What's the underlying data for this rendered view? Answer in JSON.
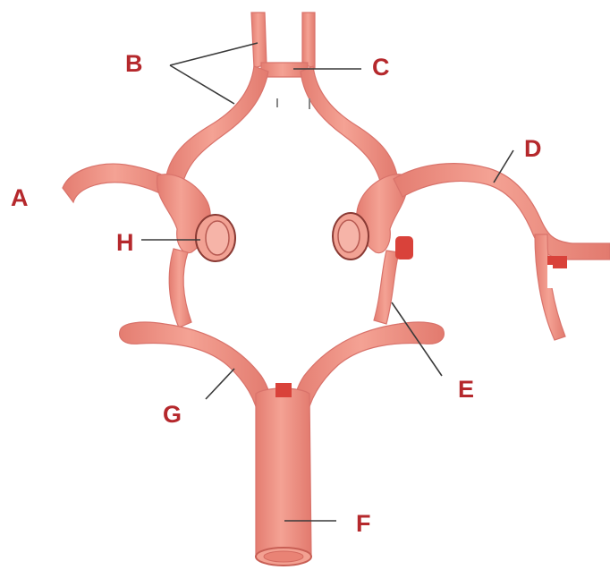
{
  "diagram": {
    "labels": {
      "a": "A",
      "b": "B",
      "c": "C",
      "d": "D",
      "e": "E",
      "f": "F",
      "g": "G",
      "h": "H"
    },
    "colors": {
      "vessel_fill": "#ef8f82",
      "vessel_light": "#f6b4a8",
      "vessel_dark": "#d46a60",
      "cut_fill": "#d9423a",
      "label": "#b5282c",
      "leader": "#3a3a3a"
    }
  }
}
